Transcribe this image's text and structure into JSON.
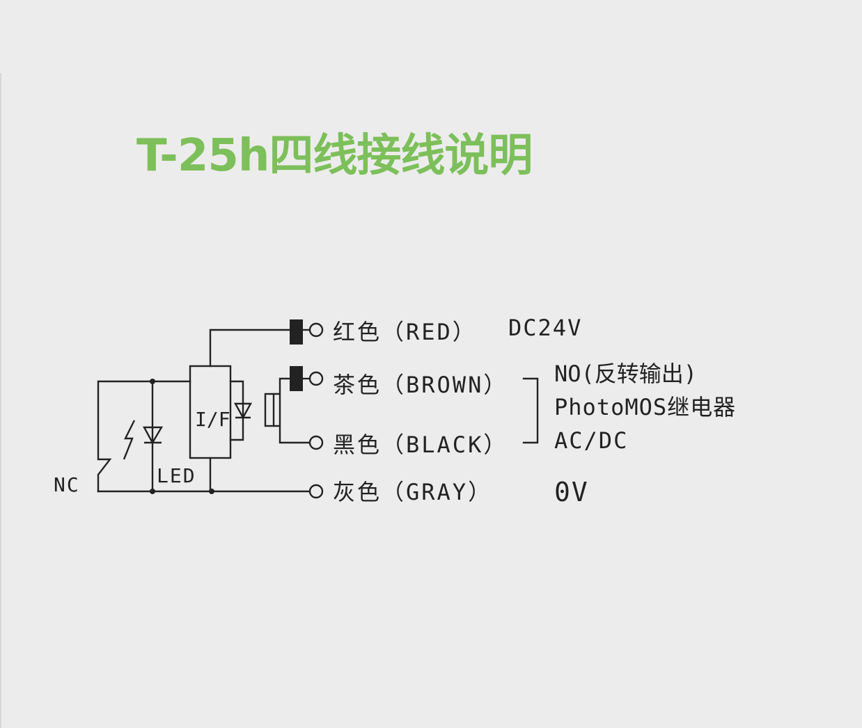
{
  "title": "T-25h四线接线说明",
  "colors": {
    "title": "#7dbf5a",
    "line": "#222222",
    "background": "#ececec"
  },
  "wires": [
    {
      "id": "red",
      "color_label": "红色（RED）",
      "function": "DC24V"
    },
    {
      "id": "brown",
      "color_label": "茶色（BROWN）",
      "function": ""
    },
    {
      "id": "black",
      "color_label": "黑色（BLACK）",
      "function": ""
    },
    {
      "id": "gray",
      "color_label": "灰色（GRAY）",
      "function": "0V"
    }
  ],
  "output_note": [
    "NO(反转输出)",
    "PhotoMOS继电器",
    "AC/DC"
  ],
  "internal_labels": {
    "if_block": "I/F",
    "led": "LED",
    "nc": "NC"
  }
}
